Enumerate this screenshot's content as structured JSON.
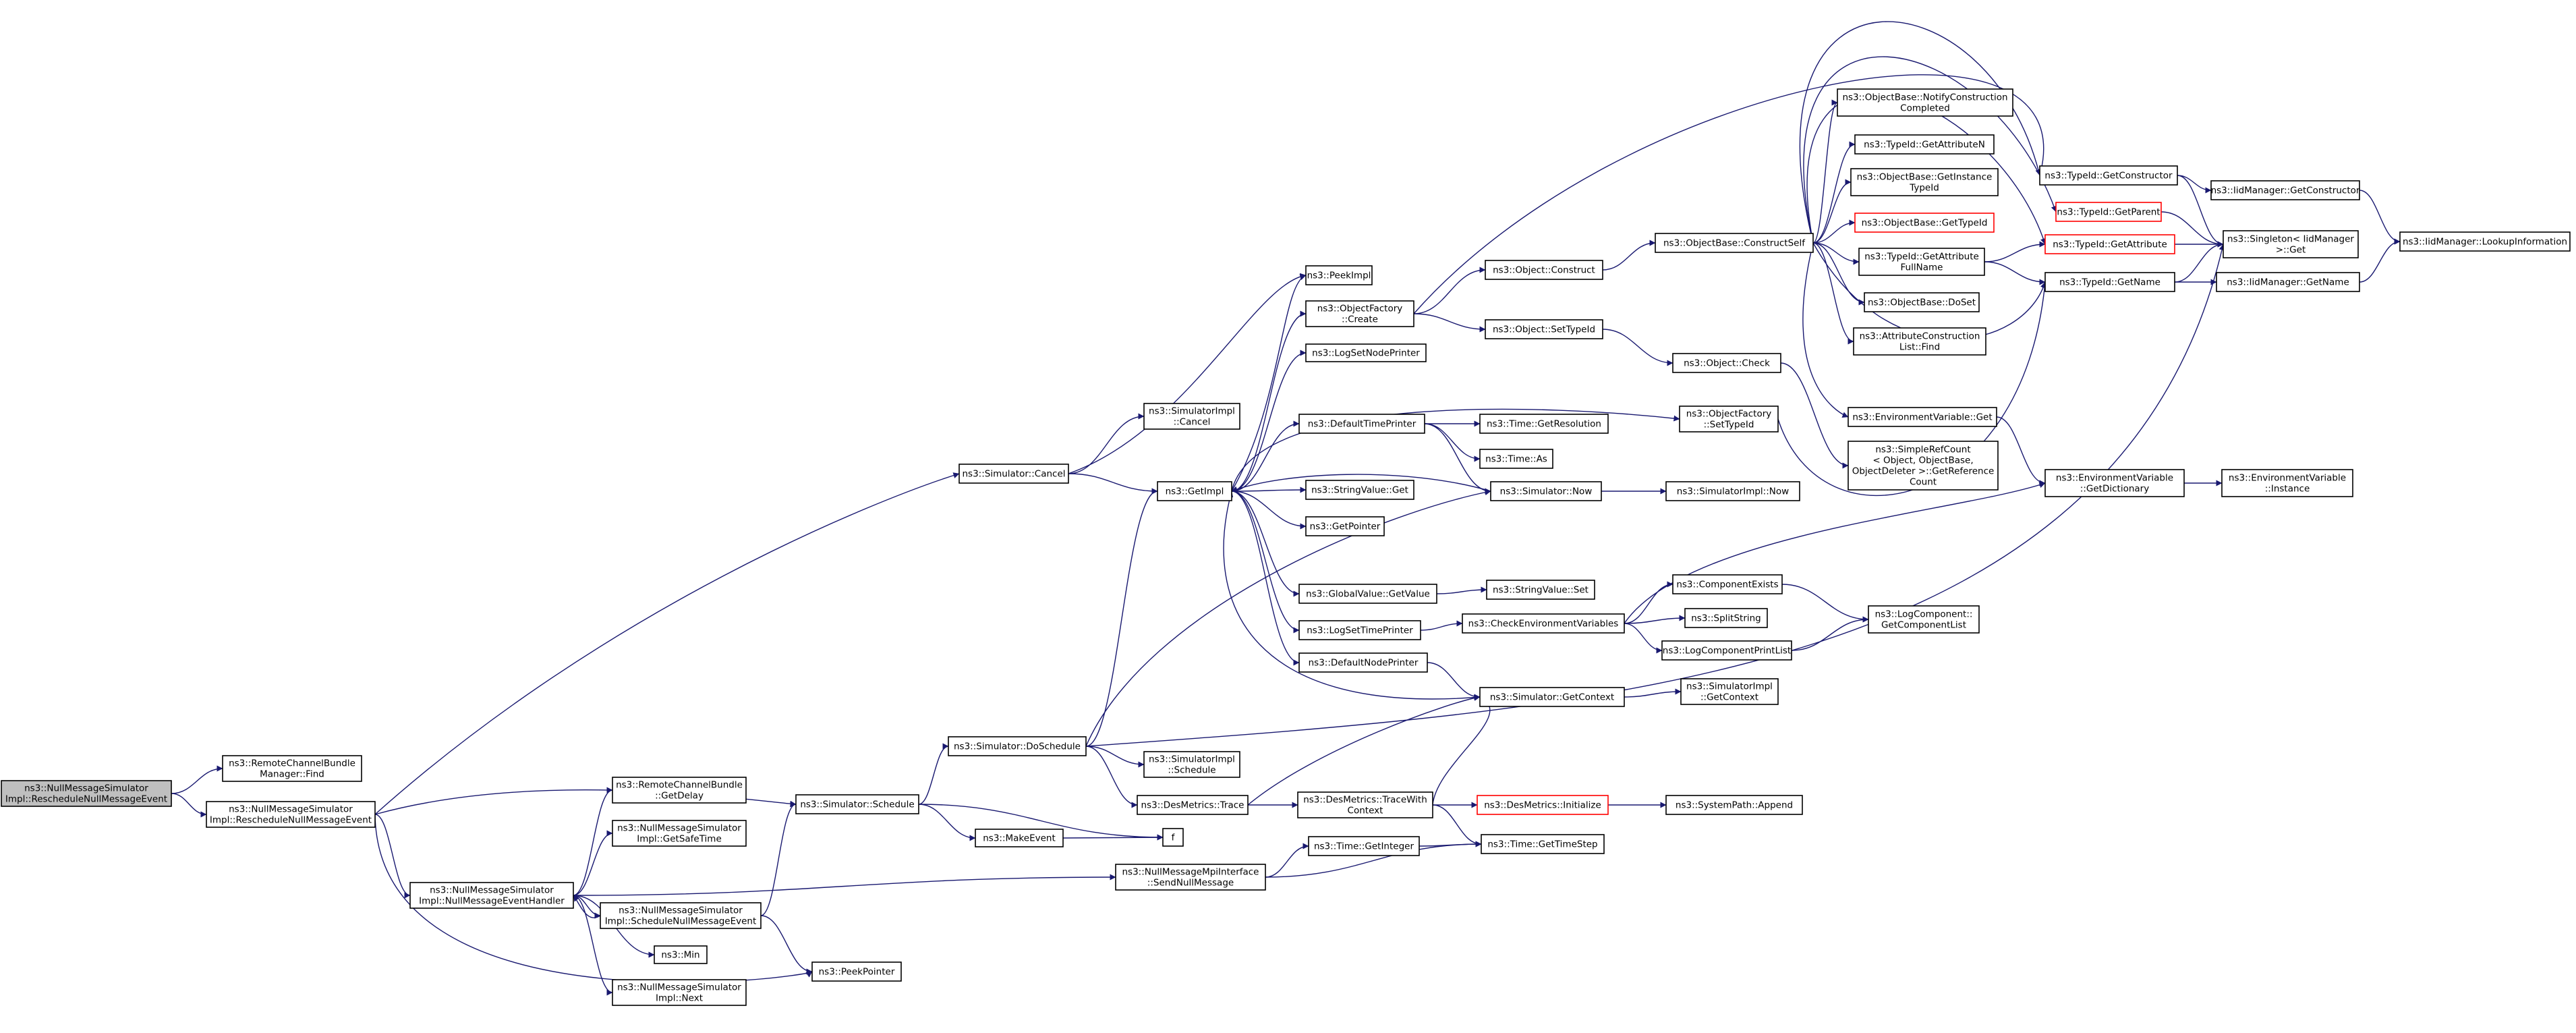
{
  "colors": {
    "edge": "#191970",
    "border": "#000000",
    "border_undocumented": "#ff0000",
    "root_fill": "#bfbfbf",
    "fill": "#ffffff"
  },
  "nodes": [
    {
      "id": "root",
      "lines": [
        "ns3::NullMessageSimulator",
        "Impl::RescheduleNullMessageEvent"
      ],
      "root": true
    },
    {
      "id": "rcbm_find",
      "lines": [
        "ns3::RemoteChannelBundle",
        "Manager::Find"
      ]
    },
    {
      "id": "nms_resched",
      "lines": [
        "ns3::NullMessageSimulator",
        "Impl::RescheduleNullMessageEvent"
      ]
    },
    {
      "id": "sim_cancel",
      "lines": [
        "ns3::Simulator::Cancel"
      ]
    },
    {
      "id": "simimpl_cancel",
      "lines": [
        "ns3::SimulatorImpl",
        "::Cancel"
      ]
    },
    {
      "id": "sim_schedule",
      "lines": [
        "ns3::Simulator::Schedule"
      ]
    },
    {
      "id": "sim_doschedule",
      "lines": [
        "ns3::Simulator::DoSchedule"
      ]
    },
    {
      "id": "nms_handler",
      "lines": [
        "ns3::NullMessageSimulator",
        "Impl::NullMessageEventHandler"
      ]
    },
    {
      "id": "rcb_getdelay",
      "lines": [
        "ns3::RemoteChannelBundle",
        "::GetDelay"
      ]
    },
    {
      "id": "nms_getsafetime",
      "lines": [
        "ns3::NullMessageSimulator",
        "Impl::GetSafeTime"
      ]
    },
    {
      "id": "nms_schedulenull",
      "lines": [
        "ns3::NullMessageSimulator",
        "Impl::ScheduleNullMessageEvent"
      ]
    },
    {
      "id": "min",
      "lines": [
        "ns3::Min"
      ]
    },
    {
      "id": "nms_next",
      "lines": [
        "ns3::NullMessageSimulator",
        "Impl::Next"
      ]
    },
    {
      "id": "peekpointer",
      "lines": [
        "ns3::PeekPointer"
      ]
    },
    {
      "id": "makeevent",
      "lines": [
        "ns3::MakeEvent"
      ]
    },
    {
      "id": "f",
      "lines": [
        "f"
      ]
    },
    {
      "id": "mpi_sendnull",
      "lines": [
        "ns3::NullMessageMpiInterface",
        "::SendNullMessage"
      ]
    },
    {
      "id": "getimpl",
      "lines": [
        "ns3::GetImpl"
      ]
    },
    {
      "id": "simimpl_schedule",
      "lines": [
        "ns3::SimulatorImpl",
        "::Schedule"
      ]
    },
    {
      "id": "desmetrics_trace",
      "lines": [
        "ns3::DesMetrics::Trace"
      ]
    },
    {
      "id": "peekimpl",
      "lines": [
        "ns3::PeekImpl"
      ]
    },
    {
      "id": "objfactory_create",
      "lines": [
        "ns3::ObjectFactory",
        "::Create"
      ]
    },
    {
      "id": "logsetnodeprinter",
      "lines": [
        "ns3::LogSetNodePrinter"
      ]
    },
    {
      "id": "defaulttimeprinter",
      "lines": [
        "ns3::DefaultTimePrinter"
      ]
    },
    {
      "id": "stringvalue_get",
      "lines": [
        "ns3::StringValue::Get"
      ]
    },
    {
      "id": "getpointer",
      "lines": [
        "ns3::GetPointer"
      ]
    },
    {
      "id": "globalvalue_getvalue",
      "lines": [
        "ns3::GlobalValue::GetValue"
      ]
    },
    {
      "id": "logsettimeprinter",
      "lines": [
        "ns3::LogSetTimePrinter"
      ]
    },
    {
      "id": "defaultnodeprinter",
      "lines": [
        "ns3::DefaultNodePrinter"
      ]
    },
    {
      "id": "desmetrics_tracewith",
      "lines": [
        "ns3::DesMetrics::TraceWith",
        "Context"
      ]
    },
    {
      "id": "time_getinteger",
      "lines": [
        "ns3::Time::GetInteger"
      ]
    },
    {
      "id": "object_construct",
      "lines": [
        "ns3::Object::Construct"
      ]
    },
    {
      "id": "object_settypeid",
      "lines": [
        "ns3::Object::SetTypeId"
      ]
    },
    {
      "id": "time_getresolution",
      "lines": [
        "ns3::Time::GetResolution"
      ]
    },
    {
      "id": "time_as",
      "lines": [
        "ns3::Time::As"
      ]
    },
    {
      "id": "simulator_now",
      "lines": [
        "ns3::Simulator::Now"
      ]
    },
    {
      "id": "stringvalue_set",
      "lines": [
        "ns3::StringValue::Set"
      ]
    },
    {
      "id": "checkenvvars",
      "lines": [
        "ns3::CheckEnvironmentVariables"
      ]
    },
    {
      "id": "simulator_getcontext",
      "lines": [
        "ns3::Simulator::GetContext"
      ]
    },
    {
      "id": "desmetrics_init",
      "lines": [
        "ns3::DesMetrics::Initialize"
      ],
      "red": true
    },
    {
      "id": "time_gettimestep",
      "lines": [
        "ns3::Time::GetTimeStep"
      ]
    },
    {
      "id": "objbase_constructself",
      "lines": [
        "ns3::ObjectBase::ConstructSelf"
      ]
    },
    {
      "id": "object_check",
      "lines": [
        "ns3::Object::Check"
      ]
    },
    {
      "id": "objfactory_settypeid",
      "lines": [
        "ns3::ObjectFactory",
        "::SetTypeId"
      ]
    },
    {
      "id": "simimpl_now",
      "lines": [
        "ns3::SimulatorImpl::Now"
      ]
    },
    {
      "id": "componentexists",
      "lines": [
        "ns3::ComponentExists"
      ]
    },
    {
      "id": "splitstring",
      "lines": [
        "ns3::SplitString"
      ]
    },
    {
      "id": "logcompprintlist",
      "lines": [
        "ns3::LogComponentPrintList"
      ]
    },
    {
      "id": "simimpl_getcontext",
      "lines": [
        "ns3::SimulatorImpl",
        "::GetContext"
      ]
    },
    {
      "id": "systempath_append",
      "lines": [
        "ns3::SystemPath::Append"
      ]
    },
    {
      "id": "objbase_notify",
      "lines": [
        "ns3::ObjectBase::NotifyConstruction",
        "Completed"
      ]
    },
    {
      "id": "typeid_getattributen",
      "lines": [
        "ns3::TypeId::GetAttributeN"
      ]
    },
    {
      "id": "objbase_getinstance",
      "lines": [
        "ns3::ObjectBase::GetInstance",
        "TypeId"
      ]
    },
    {
      "id": "objbase_gettypeid",
      "lines": [
        "ns3::ObjectBase::GetTypeId"
      ],
      "red": true
    },
    {
      "id": "typeid_getattrfull",
      "lines": [
        "ns3::TypeId::GetAttribute",
        "FullName"
      ]
    },
    {
      "id": "objbase_doset",
      "lines": [
        "ns3::ObjectBase::DoSet"
      ]
    },
    {
      "id": "attrconstruction_find",
      "lines": [
        "ns3::AttributeConstruction",
        "List::Find"
      ]
    },
    {
      "id": "envvar_get",
      "lines": [
        "ns3::EnvironmentVariable::Get"
      ]
    },
    {
      "id": "simplerefcount",
      "lines": [
        "ns3::SimpleRefCount",
        "< Object, ObjectBase,",
        "ObjectDeleter >::GetReference",
        "Count"
      ]
    },
    {
      "id": "logcomp_getlist",
      "lines": [
        "ns3::LogComponent::",
        "GetComponentList"
      ]
    },
    {
      "id": "typeid_getconstructor",
      "lines": [
        "ns3::TypeId::GetConstructor"
      ]
    },
    {
      "id": "typeid_getparent",
      "lines": [
        "ns3::TypeId::GetParent"
      ],
      "red": true
    },
    {
      "id": "typeid_getattribute",
      "lines": [
        "ns3::TypeId::GetAttribute"
      ],
      "red": true
    },
    {
      "id": "typeid_getname",
      "lines": [
        "ns3::TypeId::GetName"
      ]
    },
    {
      "id": "envvar_getdict",
      "lines": [
        "ns3::EnvironmentVariable",
        "::GetDictionary"
      ]
    },
    {
      "id": "iidmgr_getconstructor",
      "lines": [
        "ns3::IidManager::GetConstructor"
      ]
    },
    {
      "id": "singleton_get",
      "lines": [
        "ns3::Singleton< IidManager",
        ">::Get"
      ]
    },
    {
      "id": "iidmgr_getname",
      "lines": [
        "ns3::IidManager::GetName"
      ]
    },
    {
      "id": "envvar_instance",
      "lines": [
        "ns3::EnvironmentVariable",
        "::Instance"
      ]
    },
    {
      "id": "iidmgr_lookup",
      "lines": [
        "ns3::IidManager::LookupInformation"
      ]
    }
  ],
  "edges": [
    [
      "root",
      "rcbm_find"
    ],
    [
      "root",
      "nms_resched"
    ],
    [
      "nms_resched",
      "sim_cancel"
    ],
    [
      "nms_resched",
      "sim_schedule"
    ],
    [
      "nms_resched",
      "nms_handler"
    ],
    [
      "nms_resched",
      "peekpointer"
    ],
    [
      "sim_cancel",
      "simimpl_cancel"
    ],
    [
      "sim_cancel",
      "getimpl"
    ],
    [
      "sim_cancel",
      "peekimpl"
    ],
    [
      "sim_schedule",
      "sim_doschedule"
    ],
    [
      "sim_schedule",
      "makeevent"
    ],
    [
      "sim_schedule",
      "f"
    ],
    [
      "nms_handler",
      "rcb_getdelay"
    ],
    [
      "nms_handler",
      "nms_getsafetime"
    ],
    [
      "nms_handler",
      "nms_schedulenull"
    ],
    [
      "nms_handler",
      "min"
    ],
    [
      "nms_handler",
      "nms_next"
    ],
    [
      "nms_handler",
      "mpi_sendnull"
    ],
    [
      "nms_schedulenull",
      "sim_schedule"
    ],
    [
      "nms_schedulenull",
      "peekpointer"
    ],
    [
      "nms_schedulenull",
      "nms_handler"
    ],
    [
      "makeevent",
      "f"
    ],
    [
      "mpi_sendnull",
      "time_getinteger"
    ],
    [
      "mpi_sendnull",
      "time_gettimestep"
    ],
    [
      "sim_doschedule",
      "getimpl"
    ],
    [
      "sim_doschedule",
      "simimpl_schedule"
    ],
    [
      "sim_doschedule",
      "desmetrics_trace"
    ],
    [
      "sim_doschedule",
      "simulator_now"
    ],
    [
      "sim_doschedule",
      "singleton_get"
    ],
    [
      "desmetrics_trace",
      "desmetrics_tracewith"
    ],
    [
      "desmetrics_trace",
      "simulator_getcontext"
    ],
    [
      "getimpl",
      "peekimpl"
    ],
    [
      "getimpl",
      "objfactory_create"
    ],
    [
      "getimpl",
      "logsetnodeprinter"
    ],
    [
      "getimpl",
      "defaulttimeprinter"
    ],
    [
      "getimpl",
      "stringvalue_get"
    ],
    [
      "getimpl",
      "getpointer"
    ],
    [
      "getimpl",
      "globalvalue_getvalue"
    ],
    [
      "getimpl",
      "logsettimeprinter"
    ],
    [
      "getimpl",
      "defaultnodeprinter"
    ],
    [
      "getimpl",
      "objfactory_settypeid"
    ],
    [
      "objfactory_create",
      "object_construct"
    ],
    [
      "objfactory_create",
      "object_settypeid"
    ],
    [
      "objfactory_create",
      "typeid_getconstructor"
    ],
    [
      "defaulttimeprinter",
      "time_getresolution"
    ],
    [
      "defaulttimeprinter",
      "time_as"
    ],
    [
      "defaulttimeprinter",
      "simulator_now"
    ],
    [
      "simulator_now",
      "getimpl"
    ],
    [
      "simulator_now",
      "simimpl_now"
    ],
    [
      "globalvalue_getvalue",
      "stringvalue_set"
    ],
    [
      "logsettimeprinter",
      "checkenvvars"
    ],
    [
      "defaultnodeprinter",
      "simulator_getcontext"
    ],
    [
      "simulator_getcontext",
      "getimpl"
    ],
    [
      "simulator_getcontext",
      "simimpl_getcontext"
    ],
    [
      "desmetrics_tracewith",
      "desmetrics_init"
    ],
    [
      "desmetrics_tracewith",
      "time_gettimestep"
    ],
    [
      "desmetrics_tracewith",
      "simulator_getcontext"
    ],
    [
      "desmetrics_init",
      "systempath_append"
    ],
    [
      "time_getinteger",
      "time_gettimestep"
    ],
    [
      "object_construct",
      "objbase_constructself"
    ],
    [
      "object_settypeid",
      "object_check"
    ],
    [
      "object_check",
      "simplerefcount"
    ],
    [
      "objfactory_settypeid",
      "typeid_getname"
    ],
    [
      "checkenvvars",
      "componentexists"
    ],
    [
      "checkenvvars",
      "splitstring"
    ],
    [
      "checkenvvars",
      "logcompprintlist"
    ],
    [
      "checkenvvars",
      "envvar_getdict"
    ],
    [
      "componentexists",
      "logcomp_getlist"
    ],
    [
      "logcompprintlist",
      "logcomp_getlist"
    ],
    [
      "objbase_constructself",
      "objbase_notify"
    ],
    [
      "objbase_constructself",
      "typeid_getattributen"
    ],
    [
      "objbase_constructself",
      "objbase_getinstance"
    ],
    [
      "objbase_constructself",
      "objbase_gettypeid"
    ],
    [
      "objbase_constructself",
      "typeid_getattrfull"
    ],
    [
      "objbase_constructself",
      "objbase_doset"
    ],
    [
      "objbase_constructself",
      "attrconstruction_find"
    ],
    [
      "objbase_constructself",
      "envvar_get"
    ],
    [
      "objbase_constructself",
      "typeid_getparent"
    ],
    [
      "objbase_constructself",
      "typeid_getattribute"
    ],
    [
      "objbase_constructself",
      "typeid_getname"
    ],
    [
      "objbase_constructself",
      "typeid_getconstructor"
    ],
    [
      "typeid_getattrfull",
      "typeid_getattribute"
    ],
    [
      "typeid_getattrfull",
      "typeid_getname"
    ],
    [
      "envvar_get",
      "envvar_getdict"
    ],
    [
      "typeid_getconstructor",
      "iidmgr_getconstructor"
    ],
    [
      "typeid_getconstructor",
      "singleton_get"
    ],
    [
      "typeid_getparent",
      "singleton_get"
    ],
    [
      "typeid_getattribute",
      "singleton_get"
    ],
    [
      "typeid_getname",
      "singleton_get"
    ],
    [
      "typeid_getname",
      "iidmgr_getname"
    ],
    [
      "iidmgr_getconstructor",
      "iidmgr_lookup"
    ],
    [
      "iidmgr_getname",
      "iidmgr_lookup"
    ],
    [
      "envvar_getdict",
      "envvar_instance"
    ]
  ]
}
